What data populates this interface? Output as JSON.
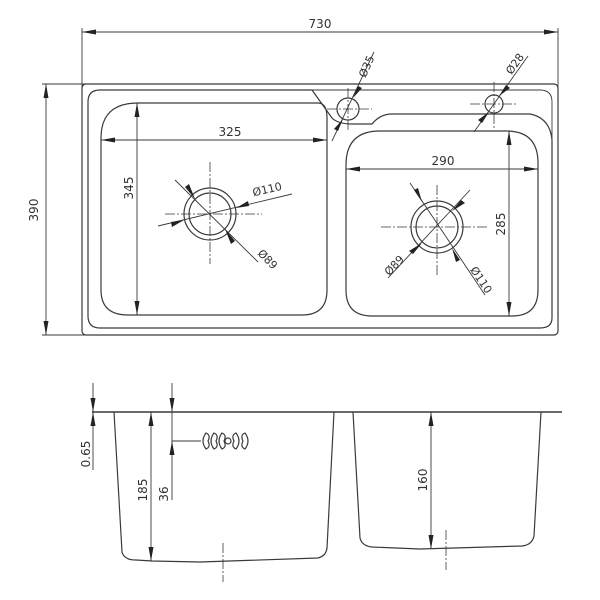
{
  "drawing": {
    "subject": "Double bowl kitchen sink",
    "views": [
      "top-view",
      "side-section-view"
    ]
  },
  "top_view": {
    "overall_width": "730",
    "overall_depth": "390",
    "left_bowl": {
      "width": "325",
      "depth": "345",
      "drain_outer": "Ø110",
      "drain_inner": "Ø89"
    },
    "right_bowl": {
      "width": "290",
      "depth": "285",
      "drain_outer": "Ø110",
      "drain_inner": "Ø89"
    },
    "holes": {
      "faucet_hole": "Ø35",
      "accessory_hole": "Ø28"
    }
  },
  "side_view": {
    "sheet_thickness": "0.65",
    "left_bowl_depth": "185",
    "overflow_height": "36",
    "right_bowl_depth": "160",
    "overflow_symbol": "overflow-slots-icon"
  },
  "colors": {
    "line": "#3a3a3a",
    "text": "#333333",
    "background": "#ffffff"
  }
}
